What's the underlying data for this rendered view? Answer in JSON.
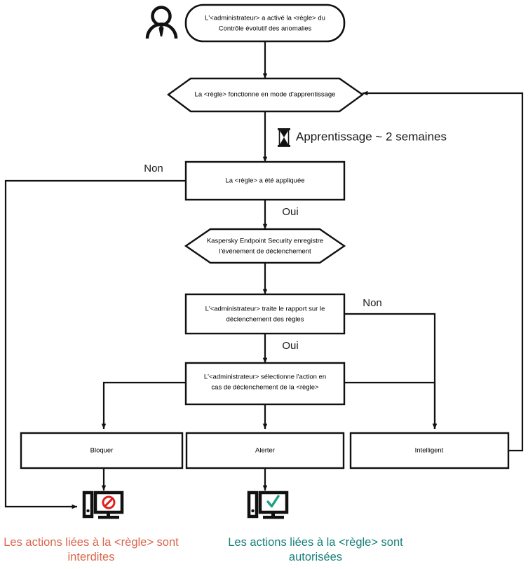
{
  "diagram": {
    "type": "flowchart",
    "title_context": "Kaspersky Adaptive Anomaly Control rule lifecycle",
    "nodes": {
      "actor": {
        "icon": "person-icon",
        "label": ""
      },
      "start": {
        "shape": "rounded-rectangle",
        "line1": "L'<administrateur> a activé la <règle> du",
        "line2": "Contrôle évolutif des anomalies"
      },
      "learning_mode": {
        "shape": "hexagon",
        "line1": "La <règle> fonctionne en mode d'apprentissage"
      },
      "rule_applied": {
        "shape": "rectangle",
        "line1": "La <règle> a été appliquée"
      },
      "kes_records": {
        "shape": "hexagon",
        "line1": "Kaspersky Endpoint Security enregistre",
        "line2": "l'événement de déclenchement"
      },
      "admin_report": {
        "shape": "rectangle",
        "line1": "L'<administrateur> traite le rapport sur le",
        "line2": "déclenchement des règles"
      },
      "admin_selects": {
        "shape": "rectangle",
        "line1": "L'<administrateur> sélectionne l'action en",
        "line2": "cas de déclenchement de la <règle>"
      },
      "block": {
        "shape": "rectangle",
        "line1": "Bloquer"
      },
      "alert": {
        "shape": "rectangle",
        "line1": "Alerter"
      },
      "smart": {
        "shape": "rectangle",
        "line1": "Intelligent"
      }
    },
    "annotations": {
      "learning_time": {
        "icon": "hourglass-icon",
        "text": "Apprentissage ~ 2 semaines"
      }
    },
    "edge_labels": {
      "non_rule_applied": "Non",
      "oui_rule_applied": "Oui",
      "non_admin_report": "Non",
      "oui_admin_report": "Oui"
    },
    "outcomes": {
      "denied": {
        "icon": "computer-blocked-icon",
        "line1": "Les actions liées à la <règle> sont",
        "line2": "interdites",
        "color": "#d9674e"
      },
      "allowed": {
        "icon": "computer-allowed-icon",
        "line1": "Les actions liées à la <règle> sont",
        "line2": "autorisées",
        "color": "#17807a"
      }
    },
    "colors": {
      "stroke": "#111111",
      "background": "#ffffff",
      "denied_text": "#d9674e",
      "allowed_text": "#17807a",
      "blocked_symbol": "#e02020",
      "allowed_symbol": "#1aa188"
    }
  }
}
